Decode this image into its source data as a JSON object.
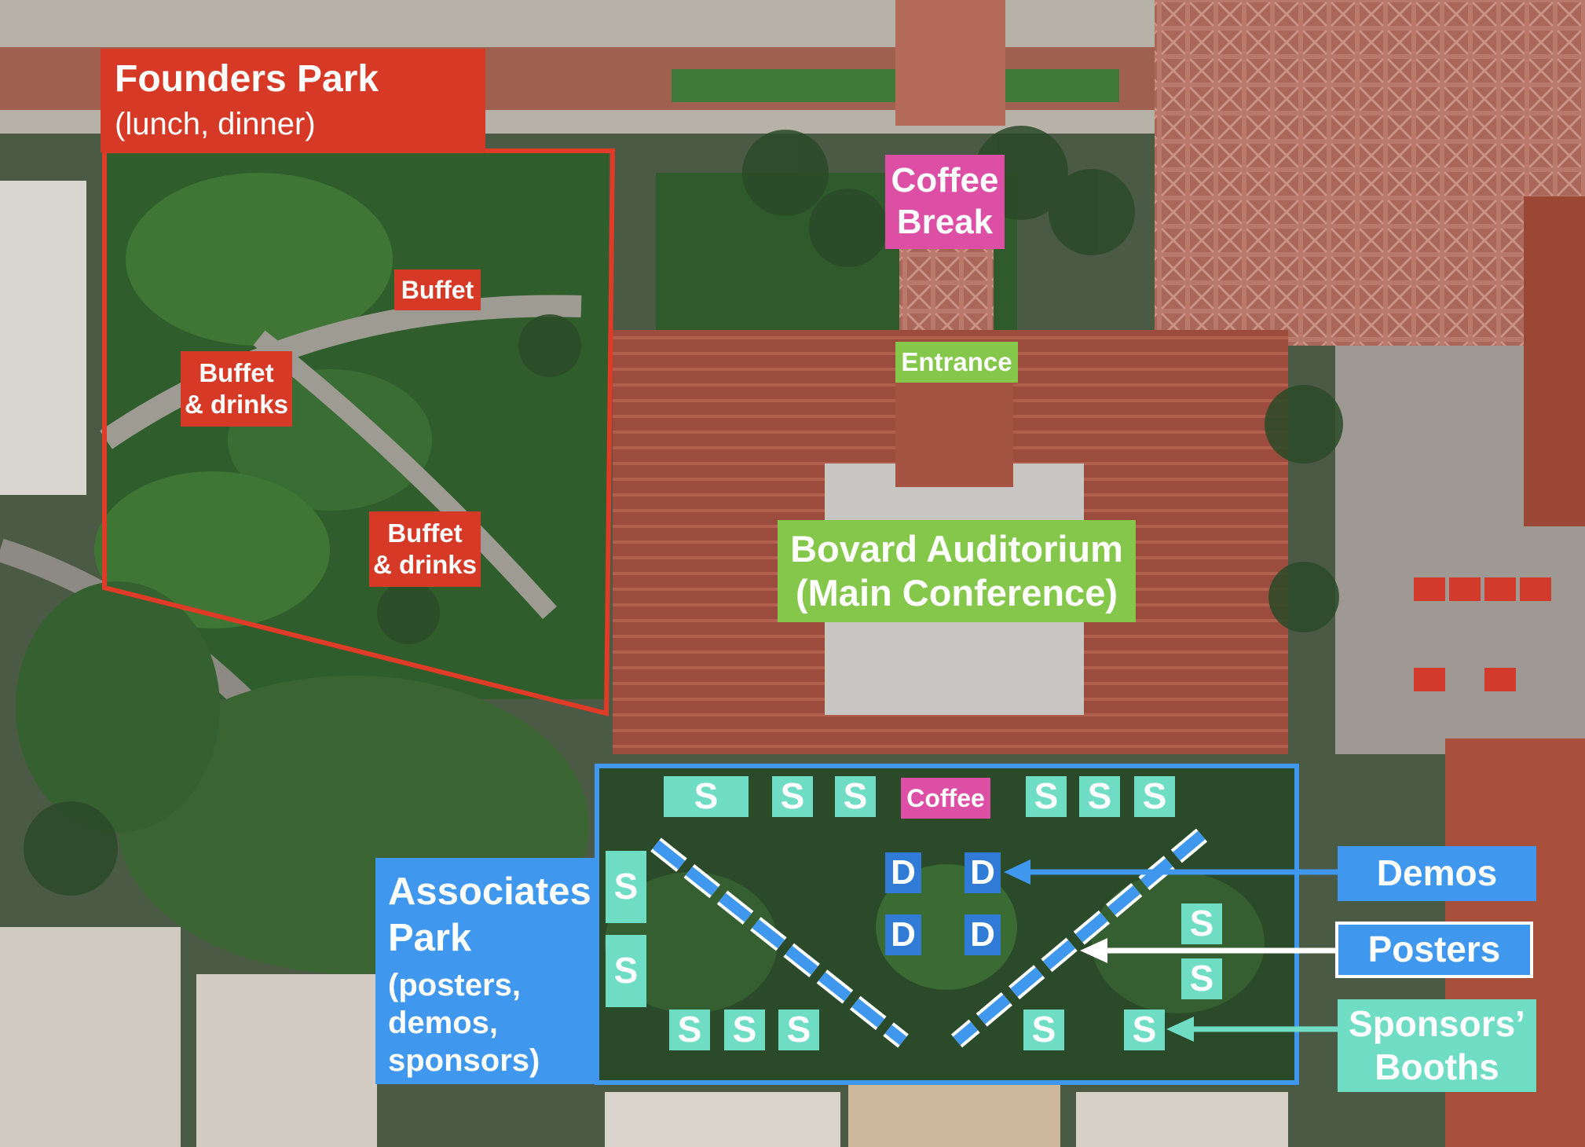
{
  "founders": {
    "title": "Founders Park",
    "subtitle": "(lunch, dinner)"
  },
  "buffets": [
    "Buffet",
    "Buffet\n& drinks",
    "Buffet\n& drinks"
  ],
  "coffee_break": "Coffee\nBreak",
  "entrance": "Entrance",
  "bovard": "Bovard Auditorium\n(Main Conference)",
  "associates": {
    "title": "Associates\nPark",
    "subtitle": "(posters,\ndemos,\nsponsors)"
  },
  "coffee_small": "Coffee",
  "sponsor_letter": "S",
  "demo_letter": "D",
  "legend": {
    "demos": "Demos",
    "posters": "Posters",
    "sponsors": "Sponsors’\nBooths"
  },
  "colors": {
    "founders": "#d63a26",
    "coffee": "#dd4fa5",
    "bovard": "#84c74a",
    "associates": "#3f97ee",
    "sponsors": "#6fdcc4",
    "demos": "#2f7bd6"
  }
}
